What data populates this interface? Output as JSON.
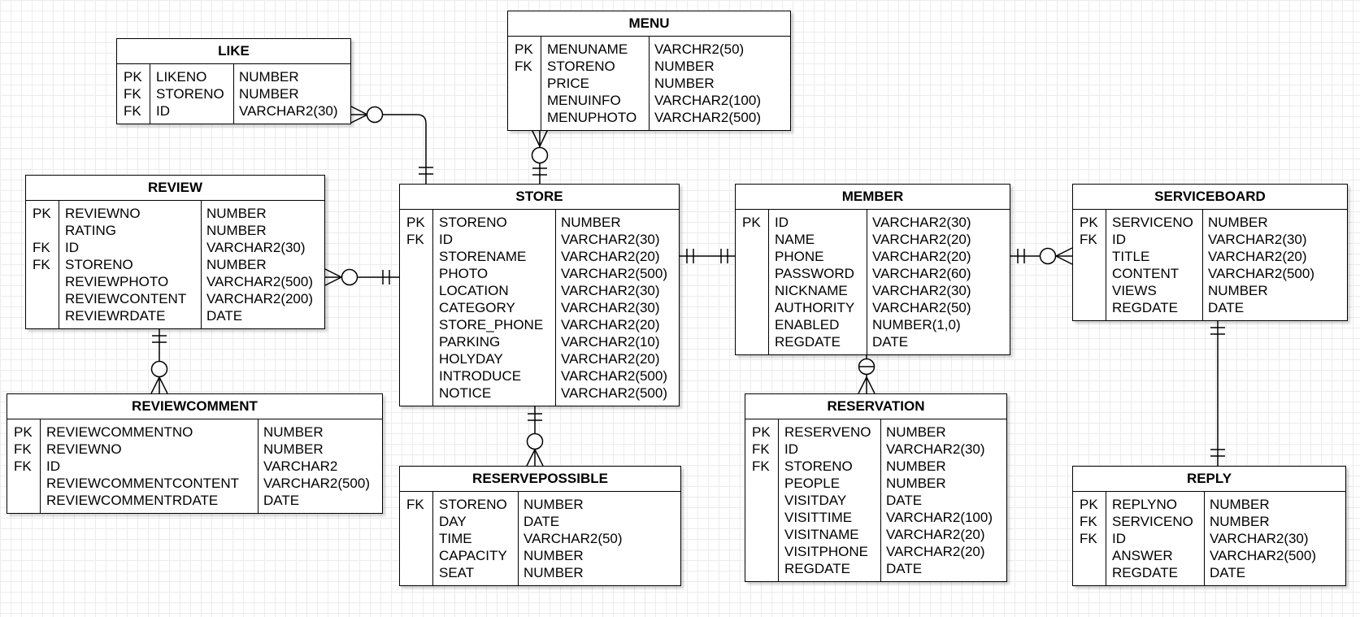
{
  "entities": [
    {
      "id": "like",
      "name": "LIKE",
      "rows": [
        [
          "PK",
          "LIKENO",
          "NUMBER"
        ],
        [
          "FK",
          "STORENO",
          "NUMBER"
        ],
        [
          "FK",
          "ID",
          "VARCHAR2(30)"
        ]
      ]
    },
    {
      "id": "menu",
      "name": "MENU",
      "rows": [
        [
          "PK",
          "MENUNAME",
          "VARCHR2(50)"
        ],
        [
          "FK",
          "STORENO",
          "NUMBER"
        ],
        [
          "",
          "PRICE",
          "NUMBER"
        ],
        [
          "",
          "MENUINFO",
          "VARCHAR2(100)"
        ],
        [
          "",
          "MENUPHOTO",
          "VARCHAR2(500)"
        ]
      ]
    },
    {
      "id": "review",
      "name": "REVIEW",
      "rows": [
        [
          "PK",
          "REVIEWNO",
          "NUMBER"
        ],
        [
          "",
          "RATING",
          "NUMBER"
        ],
        [
          "FK",
          "ID",
          "VARCHAR2(30)"
        ],
        [
          "FK",
          "STORENO",
          "NUMBER"
        ],
        [
          "",
          "REVIEWPHOTO",
          "VARCHAR2(500)"
        ],
        [
          "",
          "REVIEWCONTENT",
          "VARCHAR2(200)"
        ],
        [
          "",
          "REVIEWRDATE",
          "DATE"
        ]
      ]
    },
    {
      "id": "store",
      "name": "STORE",
      "rows": [
        [
          "PK",
          "STORENO",
          "NUMBER"
        ],
        [
          "FK",
          "ID",
          "VARCHAR2(30)"
        ],
        [
          "",
          "STORENAME",
          "VARCHAR2(20)"
        ],
        [
          "",
          "PHOTO",
          "VARCHAR2(500)"
        ],
        [
          "",
          "LOCATION",
          "VARCHAR2(30)"
        ],
        [
          "",
          "CATEGORY",
          "VARCHAR2(30)"
        ],
        [
          "",
          "STORE_PHONE",
          "VARCHAR2(20)"
        ],
        [
          "",
          "PARKING",
          "VARCHAR2(10)"
        ],
        [
          "",
          "HOLYDAY",
          "VARCHAR2(20)"
        ],
        [
          "",
          "INTRODUCE",
          "VARCHAR2(500)"
        ],
        [
          "",
          "NOTICE",
          "VARCHAR2(500)"
        ]
      ]
    },
    {
      "id": "member",
      "name": "MEMBER",
      "rows": [
        [
          "PK",
          "ID",
          "VARCHAR2(30)"
        ],
        [
          "",
          "NAME",
          "VARCHAR2(20)"
        ],
        [
          "",
          "PHONE",
          "VARCHAR2(20)"
        ],
        [
          "",
          "PASSWORD",
          "VARCHAR2(60)"
        ],
        [
          "",
          "NICKNAME",
          "VARCHAR2(30)"
        ],
        [
          "",
          "AUTHORITY",
          "VARCHAR2(50)"
        ],
        [
          "",
          "ENABLED",
          "NUMBER(1,0)"
        ],
        [
          "",
          "REGDATE",
          "DATE"
        ]
      ]
    },
    {
      "id": "serviceboard",
      "name": "SERVICEBOARD",
      "rows": [
        [
          "PK",
          "SERVICENO",
          "NUMBER"
        ],
        [
          "FK",
          "ID",
          "VARCHAR2(30)"
        ],
        [
          "",
          "TITLE",
          "VARCHAR2(20)"
        ],
        [
          "",
          "CONTENT",
          "VARCHAR2(500)"
        ],
        [
          "",
          "VIEWS",
          "NUMBER"
        ],
        [
          "",
          "REGDATE",
          "DATE"
        ]
      ]
    },
    {
      "id": "reviewcomment",
      "name": "REVIEWCOMMENT",
      "rows": [
        [
          "PK",
          "REVIEWCOMMENTNO",
          "NUMBER"
        ],
        [
          "FK",
          "REVIEWNO",
          "NUMBER"
        ],
        [
          "FK",
          "ID",
          "VARCHAR2"
        ],
        [
          "",
          "REVIEWCOMMENTCONTENT",
          "VARCHAR2(500)"
        ],
        [
          "",
          "REVIEWCOMMENTRDATE",
          "DATE"
        ]
      ]
    },
    {
      "id": "reservepossible",
      "name": "RESERVEPOSSIBLE",
      "rows": [
        [
          "FK",
          "STORENO",
          "NUMBER"
        ],
        [
          "",
          "DAY",
          "DATE"
        ],
        [
          "",
          "TIME",
          "VARCHAR2(50)"
        ],
        [
          "",
          "CAPACITY",
          "NUMBER"
        ],
        [
          "",
          "SEAT",
          "NUMBER"
        ]
      ]
    },
    {
      "id": "reservation",
      "name": "RESERVATION",
      "rows": [
        [
          "PK",
          "RESERVENO",
          "NUMBER"
        ],
        [
          "FK",
          "ID",
          "VARCHAR2(30)"
        ],
        [
          "FK",
          "STORENO",
          "NUMBER"
        ],
        [
          "",
          "PEOPLE",
          "NUMBER"
        ],
        [
          "",
          "VISITDAY",
          "DATE"
        ],
        [
          "",
          "VISITTIME",
          "VARCHAR2(100)"
        ],
        [
          "",
          "VISITNAME",
          "VARCHAR2(20)"
        ],
        [
          "",
          "VISITPHONE",
          "VARCHAR2(20)"
        ],
        [
          "",
          "REGDATE",
          "DATE"
        ]
      ]
    },
    {
      "id": "reply",
      "name": "REPLY",
      "rows": [
        [
          "PK",
          "REPLYNO",
          "NUMBER"
        ],
        [
          "FK",
          "SERVICENO",
          "NUMBER"
        ],
        [
          "FK",
          "ID",
          "VARCHAR2(30)"
        ],
        [
          "",
          "ANSWER",
          "VARCHAR2(500)"
        ],
        [
          "",
          "REGDATE",
          "DATE"
        ]
      ]
    }
  ],
  "relationships": [
    {
      "from": "store",
      "to": "like",
      "from_cardinality": "one-and-only-one",
      "to_cardinality": "zero-or-many"
    },
    {
      "from": "store",
      "to": "menu",
      "from_cardinality": "one-and-only-one",
      "to_cardinality": "zero-or-many"
    },
    {
      "from": "store",
      "to": "review",
      "from_cardinality": "one-and-only-one",
      "to_cardinality": "zero-or-many"
    },
    {
      "from": "store",
      "to": "member",
      "from_cardinality": "one-and-only-one",
      "to_cardinality": "one-and-only-one"
    },
    {
      "from": "member",
      "to": "serviceboard",
      "from_cardinality": "one-and-only-one",
      "to_cardinality": "zero-or-many"
    },
    {
      "from": "member",
      "to": "reservation",
      "from_cardinality": "zero-or-one",
      "to_cardinality": "many"
    },
    {
      "from": "review",
      "to": "reviewcomment",
      "from_cardinality": "one-and-only-one",
      "to_cardinality": "zero-or-many"
    },
    {
      "from": "store",
      "to": "reservepossible",
      "from_cardinality": "one-and-only-one",
      "to_cardinality": "zero-or-many"
    },
    {
      "from": "serviceboard",
      "to": "reply",
      "from_cardinality": "one-and-only-one",
      "to_cardinality": "one-and-only-one"
    }
  ]
}
